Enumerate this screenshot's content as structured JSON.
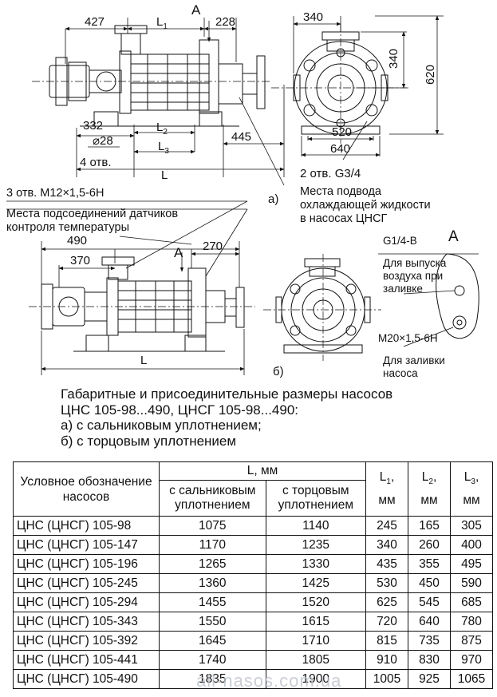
{
  "drawing_a": {
    "dims": {
      "d427": "427",
      "L1": "L",
      "L1_sub": "1",
      "A": "A",
      "d228": "228",
      "d332": "332",
      "dia28": "⌀28",
      "L2": "L",
      "L2_sub": "2",
      "d445": "445",
      "L3": "L",
      "L3_sub": "3",
      "holes4": "4 отв.",
      "L": "L",
      "label": "а)"
    },
    "side": {
      "d340w": "340",
      "d340h": "340",
      "d620": "620",
      "d520": "520",
      "d640": "640",
      "holes2": "2 отв. G3/4"
    },
    "notes": {
      "thread_holes": "3 отв. М12×1,5-6Н",
      "cooling_l1": "Места подвода",
      "cooling_l2": "охлаждающей жидкости",
      "cooling_l3": "в насосах ЦНСГ",
      "sensors_l1": "Места подсоединений датчиков",
      "sensors_l2": "контроля температуры"
    }
  },
  "drawing_b": {
    "dims": {
      "d490": "490",
      "d370": "370",
      "A": "A",
      "d270": "270",
      "L": "L",
      "label": "б)"
    },
    "detail": {
      "title": "A",
      "thread_top": "G1/4-В",
      "vent_l1": "Для выпуска",
      "vent_l2": "воздуха при",
      "vent_l3": "заливке",
      "thread_bottom": "М20×1,5-6Н",
      "fill_l1": "Для заливки",
      "fill_l2": "насоса"
    }
  },
  "caption": [
    "Габаритные и присоединительные размеры насосов",
    "ЦНС 105-98...490, ЦНСГ 105-98...490:",
    "а) с сальниковым уплотнением;",
    "б) с торцовым уплотнением"
  ],
  "table": {
    "h_name": "Условное обозначение насосов",
    "h_L": "L, мм",
    "h_gland": "с сальниковым уплотнением",
    "h_mech": "с торцовым уплотнением",
    "h_L1": "L",
    "h_L1_sub": "1",
    "h_L2": "L",
    "h_L2_sub": "2",
    "h_L3": "L",
    "h_L3_sub": "3",
    "h_unit": "мм",
    "rows": [
      {
        "name": "ЦНС (ЦНСГ) 105-98",
        "gland": "1075",
        "mech": "1140",
        "L1": "245",
        "L2": "165",
        "L3": "305"
      },
      {
        "name": "ЦНС (ЦНСГ) 105-147",
        "gland": "1170",
        "mech": "1235",
        "L1": "340",
        "L2": "260",
        "L3": "400"
      },
      {
        "name": "ЦНС (ЦНСГ) 105-196",
        "gland": "1265",
        "mech": "1330",
        "L1": "435",
        "L2": "355",
        "L3": "495"
      },
      {
        "name": "ЦНС (ЦНСГ) 105-245",
        "gland": "1360",
        "mech": "1425",
        "L1": "530",
        "L2": "450",
        "L3": "590"
      },
      {
        "name": "ЦНС (ЦНСГ) 105-294",
        "gland": "1455",
        "mech": "1520",
        "L1": "625",
        "L2": "545",
        "L3": "685"
      },
      {
        "name": "ЦНС (ЦНСГ) 105-343",
        "gland": "1550",
        "mech": "1615",
        "L1": "720",
        "L2": "640",
        "L3": "780"
      },
      {
        "name": "ЦНС (ЦНСГ) 105-392",
        "gland": "1645",
        "mech": "1710",
        "L1": "815",
        "L2": "735",
        "L3": "875"
      },
      {
        "name": "ЦНС (ЦНСГ) 105-441",
        "gland": "1740",
        "mech": "1805",
        "L1": "910",
        "L2": "830",
        "L3": "970"
      },
      {
        "name": "ЦНС (ЦНСГ) 105-490",
        "gland": "1835",
        "mech": "1900",
        "L1": "1005",
        "L2": "925",
        "L3": "1065"
      }
    ]
  },
  "watermark": "all-nasos.com.ua"
}
